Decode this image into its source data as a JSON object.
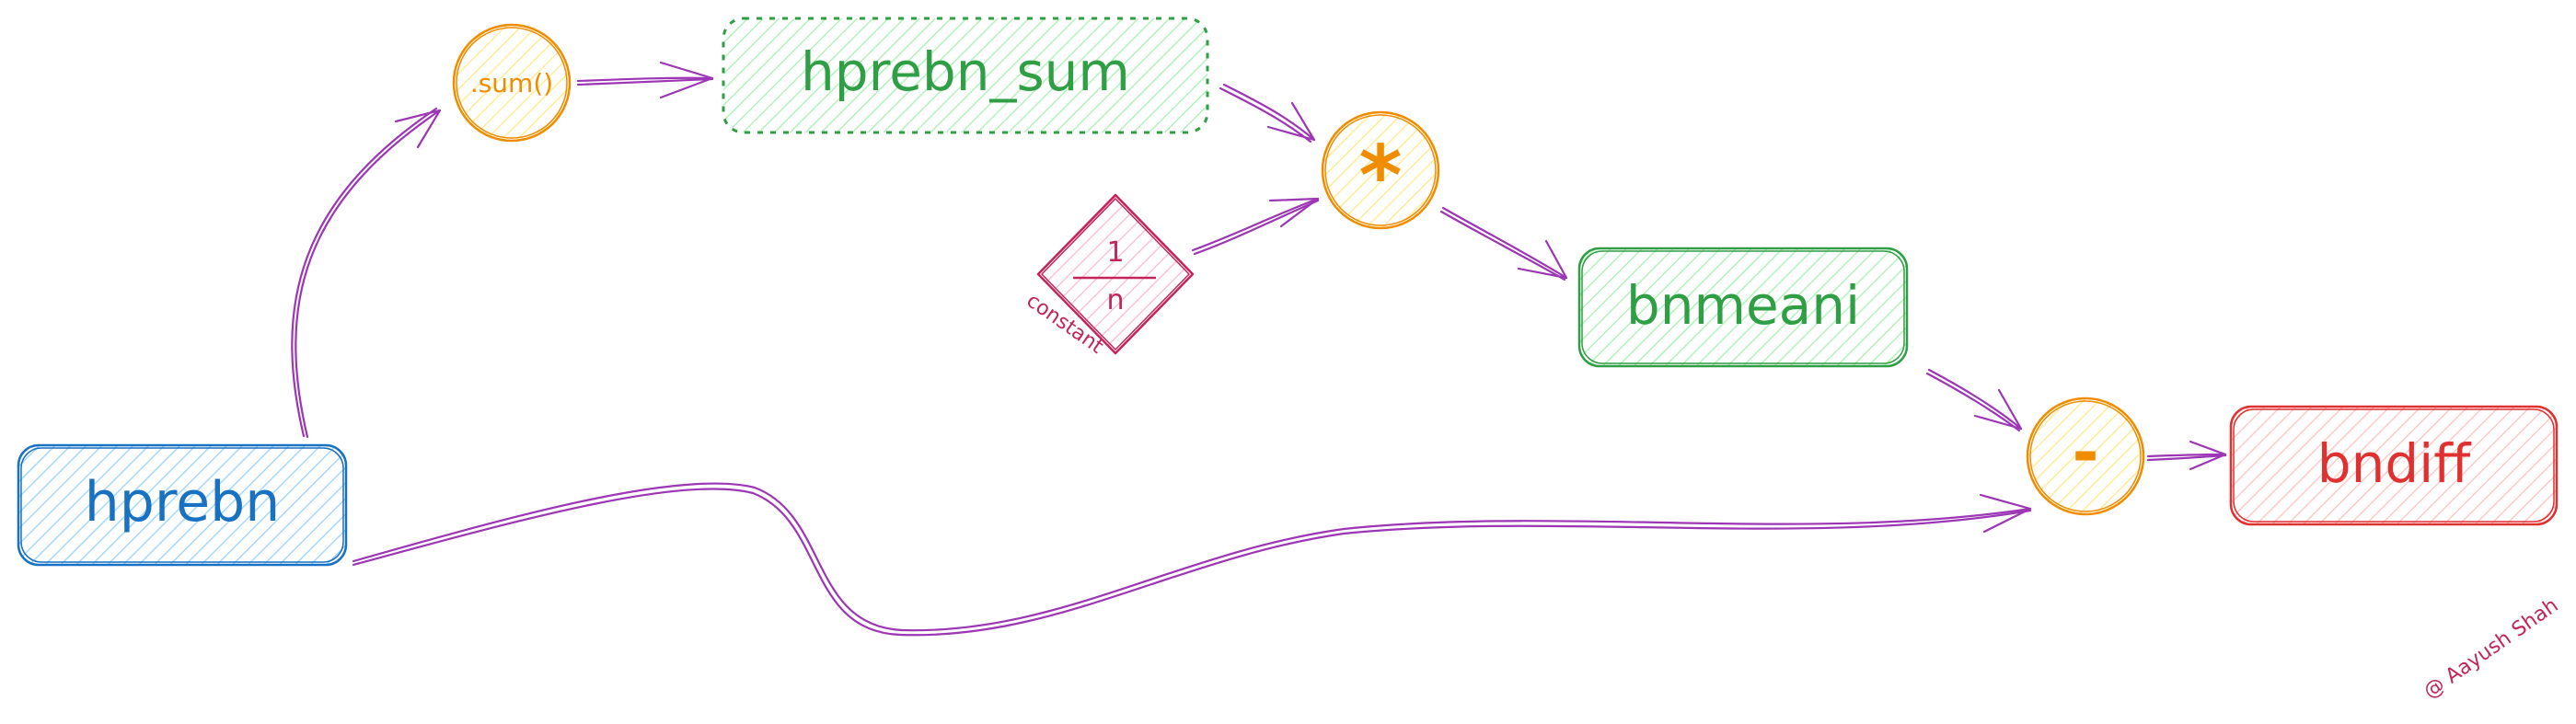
{
  "colors": {
    "blue": "#1971c2",
    "blue_fill": "#a5d8ff",
    "green": "#2f9e44",
    "green_fill": "#b2f2bb",
    "orange": "#f08c00",
    "orange_fill": "#ffec99",
    "red": "#e03131",
    "red_fill": "#ffc9c9",
    "crimson": "#c2255c",
    "crimson_fill": "#fcc2d7",
    "arrow": "#9c36b5"
  },
  "nodes": {
    "hprebn": "hprebn",
    "sum_op": ".sum()",
    "hprebn_sum": "hprebn_sum",
    "mul_op": "*",
    "one_over_n_num": "1",
    "one_over_n_den": "n",
    "constant_caption": "constant",
    "bnmeani": "bnmeani",
    "minus_op": "-",
    "bndiff": "bndiff"
  },
  "credit": "@ Aayush Shah",
  "edges": [
    {
      "from": "hprebn",
      "to": ".sum()"
    },
    {
      "from": ".sum()",
      "to": "hprebn_sum"
    },
    {
      "from": "hprebn_sum",
      "to": "*"
    },
    {
      "from": "1/n",
      "to": "*"
    },
    {
      "from": "*",
      "to": "bnmeani"
    },
    {
      "from": "bnmeani",
      "to": "-"
    },
    {
      "from": "hprebn",
      "to": "-"
    },
    {
      "from": "-",
      "to": "bndiff"
    }
  ]
}
